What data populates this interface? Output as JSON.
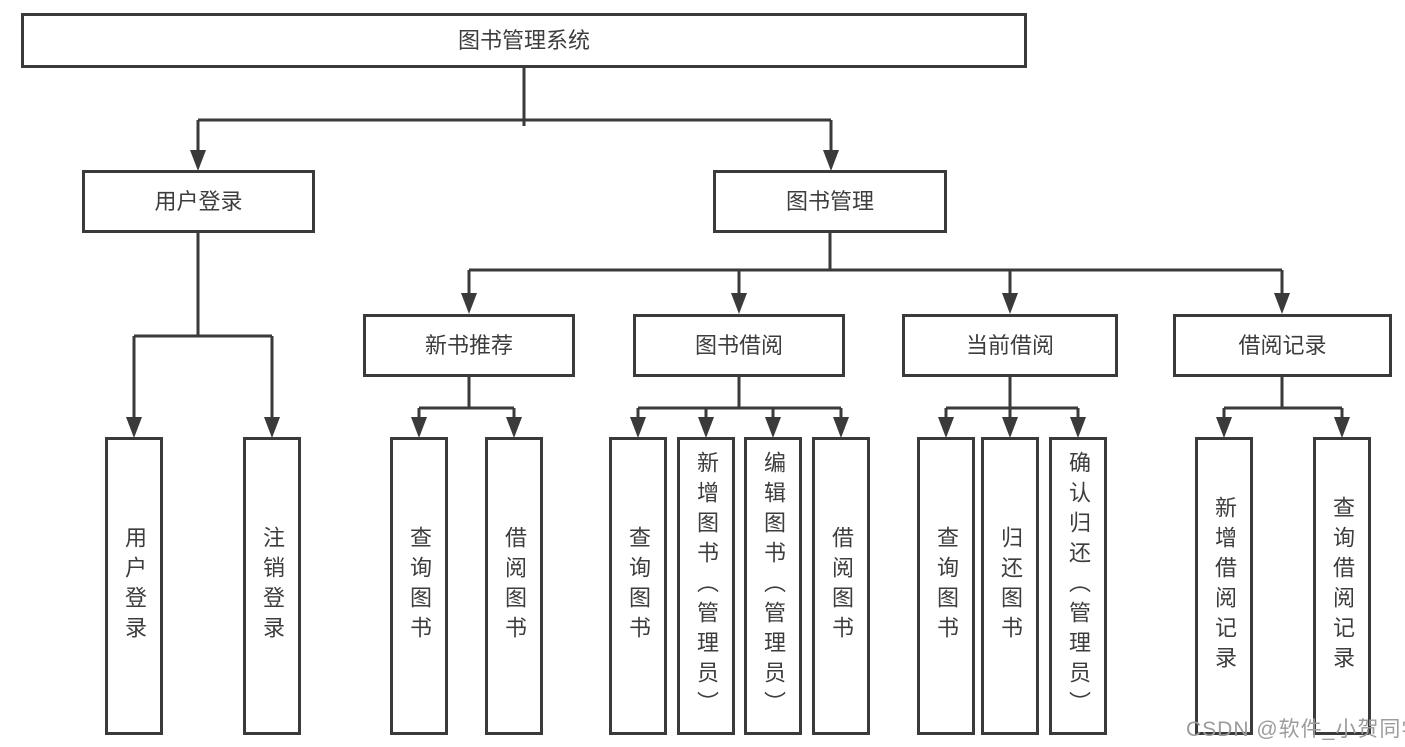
{
  "tree": {
    "root": "图书管理系统",
    "branches": [
      {
        "label": "用户登录",
        "children": [
          "用户登录",
          "注销登录"
        ]
      },
      {
        "label": "图书管理",
        "children": [
          {
            "label": "新书推荐",
            "children": [
              "查询图书",
              "借阅图书"
            ]
          },
          {
            "label": "图书借阅",
            "children": [
              "查询图书",
              "新增图书（管理员）",
              "编辑图书（管理员）",
              "借阅图书"
            ]
          },
          {
            "label": "当前借阅",
            "children": [
              "查询图书",
              "归还图书",
              "确认归还（管理员）"
            ]
          },
          {
            "label": "借阅记录",
            "children": [
              "新增借阅记录",
              "查询借阅记录"
            ]
          }
        ]
      }
    ]
  },
  "watermark": "CSDN @软件_小贺同学",
  "colors": {
    "line": "#3a3a3a",
    "text": "#3d3d3d",
    "watermark": "#9c9c9c",
    "node_fill": "#ffffff",
    "background": "#ffffff"
  }
}
